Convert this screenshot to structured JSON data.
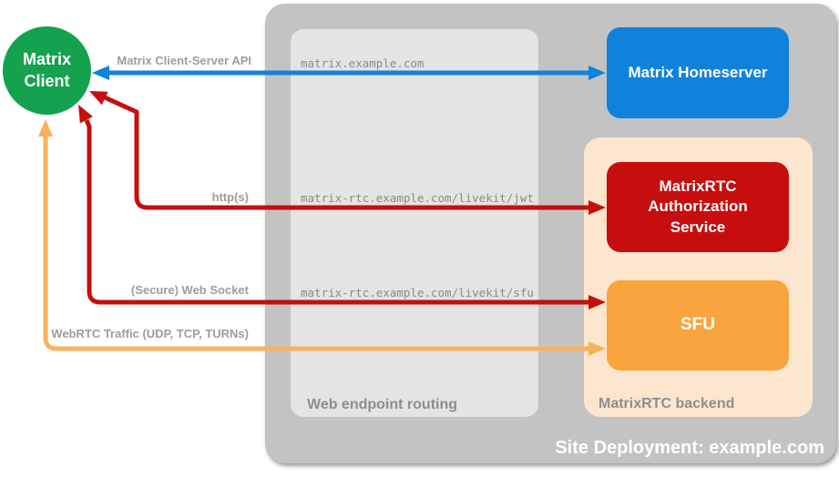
{
  "diagram": {
    "site_title": "Site Deployment: example.com",
    "client": {
      "label": "Matrix Client"
    },
    "homeserver": {
      "label": "Matrix Homeserver"
    },
    "routing": {
      "label": "Web endpoint routing",
      "endpoints": [
        {
          "host": "matrix.example.com"
        },
        {
          "host": "matrix-rtc.example.com/livekit/jwt"
        },
        {
          "host": "matrix-rtc.example.com/livekit/sfu"
        }
      ]
    },
    "backend": {
      "label": "MatrixRTC backend",
      "auth_service": {
        "label": "MatrixRTC Authorization Service"
      },
      "sfu": {
        "label": "SFU"
      }
    },
    "connections": [
      {
        "id": "matrix-client-server-api",
        "label": "Matrix Client-Server API",
        "color": "#1082dc",
        "bidirectional": true
      },
      {
        "id": "https",
        "label": "http(s)",
        "color": "#c60e0e",
        "bidirectional": true
      },
      {
        "id": "secure-web-socket",
        "label": "(Secure) Web Socket",
        "color": "#c60e0e",
        "bidirectional": true
      },
      {
        "id": "webrtc-traffic",
        "label": "WebRTC Traffic (UDP, TCP, TURNs)",
        "color": "#f9b25c",
        "bidirectional": true
      }
    ],
    "colors": {
      "client_green": "#14a24e",
      "homeserver_blue": "#1082dc",
      "auth_red": "#c60e0e",
      "sfu_orange": "#f9a43c",
      "webrtc_arrow_orange": "#f9b25c",
      "site_container_gray": "#c3c3c3",
      "routing_container_gray": "#e4e4e4",
      "backend_container_peach": "#fce6ce",
      "connection_label_gray": "#9d9d9d",
      "endpoint_text_gray": "#8a8a8a"
    }
  }
}
